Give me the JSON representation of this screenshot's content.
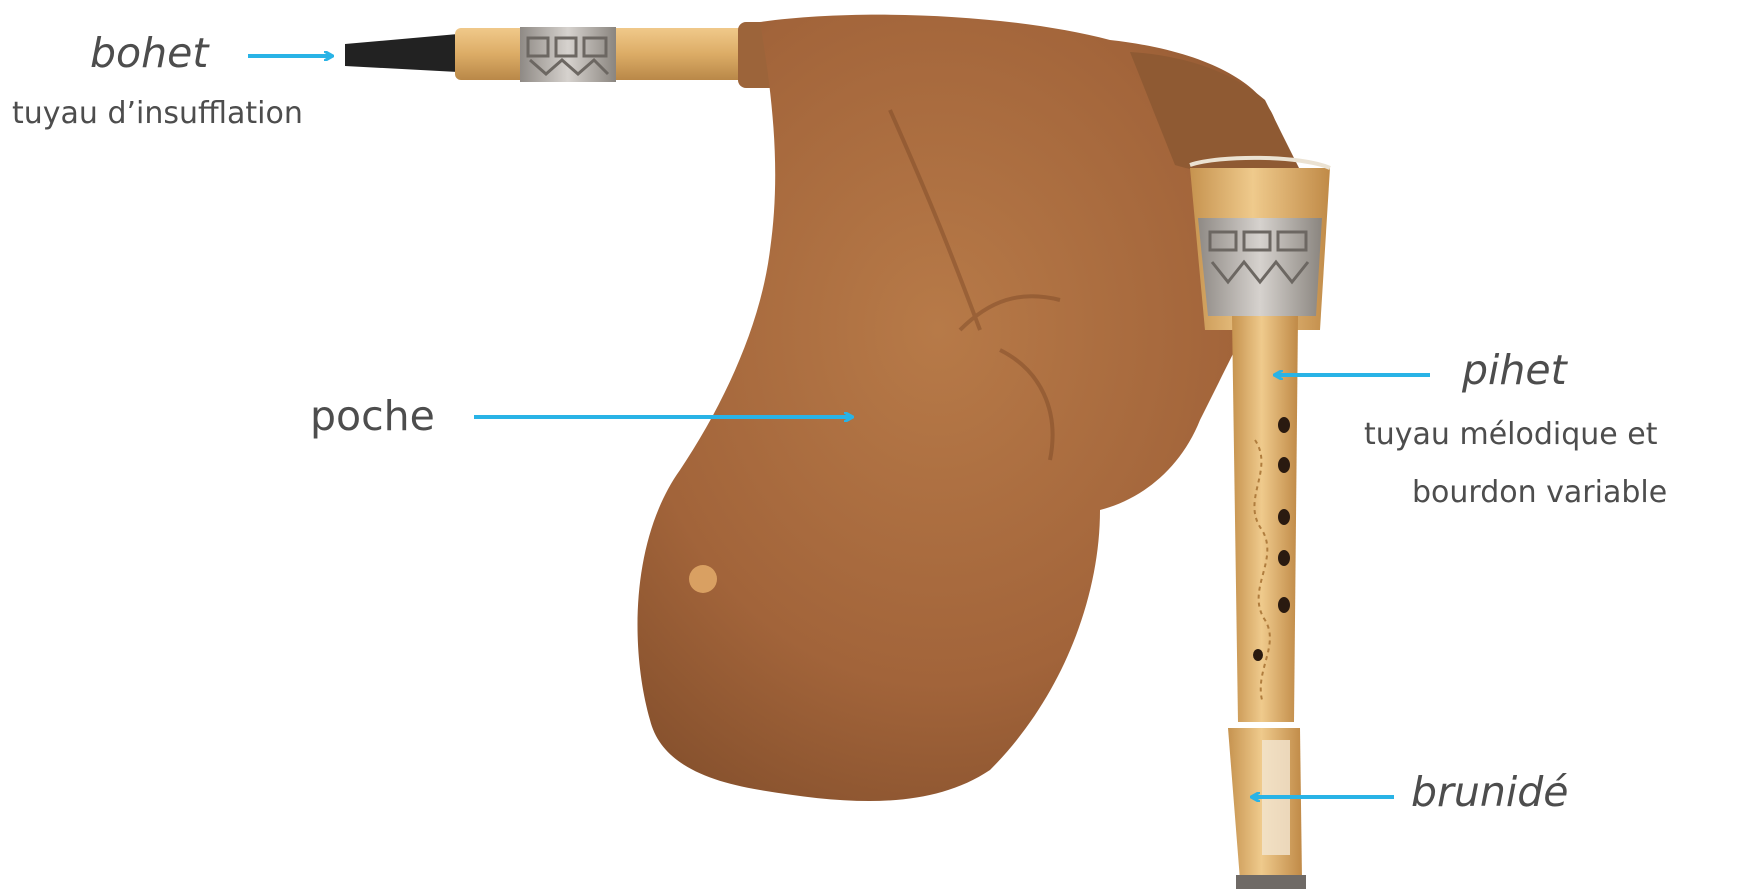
{
  "labels": {
    "bohet": {
      "name": "bohet",
      "desc": "tuyau d’insufflation"
    },
    "poche": {
      "name": "poche"
    },
    "pihet": {
      "name": "pihet",
      "desc_line1": "tuyau mélodique et",
      "desc_line2": "bourdon variable"
    },
    "brunide": {
      "name": "brunidé"
    }
  },
  "colors": {
    "arrow": "#29b3e6",
    "text": "#4d4d4d",
    "leather": "#a8683c",
    "wood": "#dcae6a",
    "metal": "#b7b2ad",
    "mouthpiece": "#222222"
  }
}
